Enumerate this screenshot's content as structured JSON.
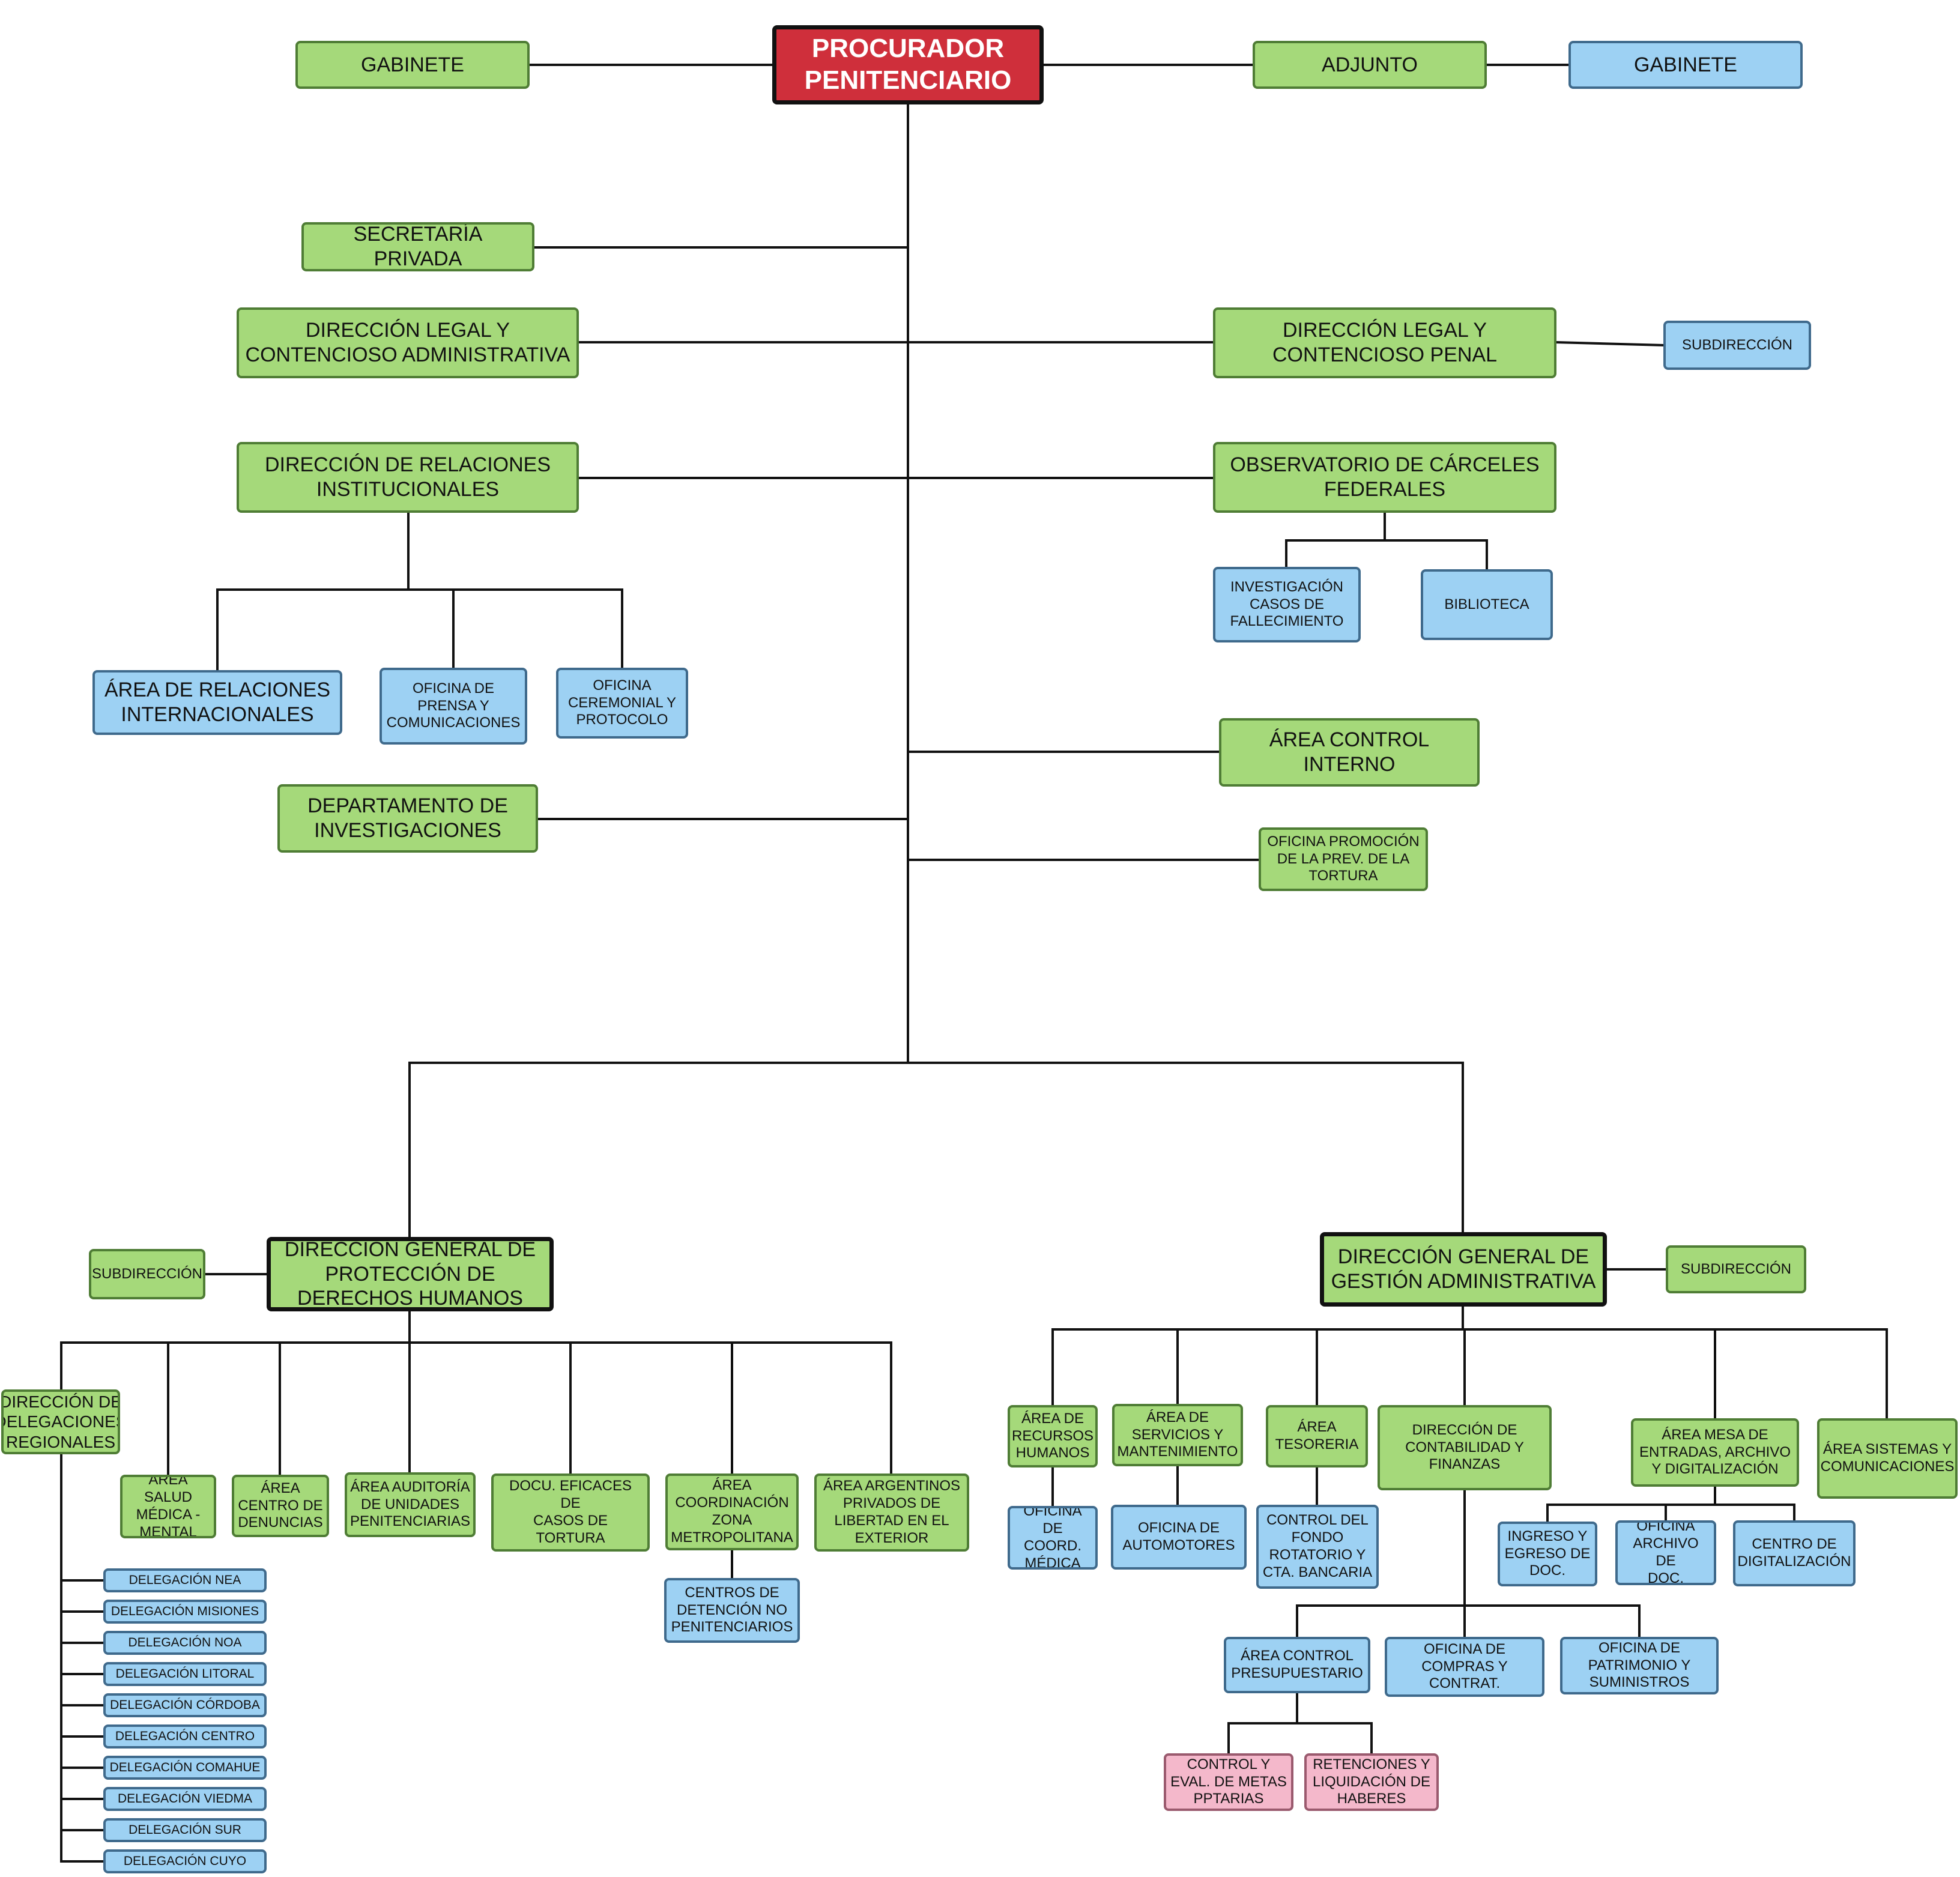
{
  "nodes": {
    "procurador": "PROCURADOR\nPENITENCIARIO",
    "gabinete_left": "GABINETE",
    "adjunto": "ADJUNTO",
    "gabinete_right": "GABINETE",
    "secretaria_privada": "SECRETARÍA PRIVADA",
    "dir_legal_admin": "DIRECCIÓN LEGAL Y\nCONTENCIOSO ADMINISTRATIVA",
    "dir_legal_penal": "DIRECCIÓN LEGAL Y\nCONTENCIOSO PENAL",
    "subdireccion_penal": "SUBDIRECCIÓN",
    "dir_relaciones": "DIRECCIÓN DE RELACIONES\nINSTITUCIONALES",
    "observatorio": "OBSERVATORIO DE CÁRCELES\nFEDERALES",
    "investigacion_fallecimiento": "INVESTIGACIÓN\nCASOS DE\nFALLECIMIENTO",
    "biblioteca": "BIBLIOTECA",
    "area_rel_internacionales": "ÁREA DE RELACIONES\nINTERNACIONALES",
    "oficina_prensa": "OFICINA DE\nPRENSA Y\nCOMUNICACIONES",
    "oficina_ceremonial": "OFICINA\nCEREMONIAL Y\nPROTOCOLO",
    "area_control_interno": "ÁREA CONTROL INTERNO",
    "depto_investigaciones": "DEPARTAMENTO DE\nINVESTIGACIONES",
    "oficina_tortura": "OFICINA PROMOCIÓN\nDE LA PREV. DE LA\nTORTURA",
    "dg_ddhh": "DIRECCIÓN GENERAL DE\nPROTECCIÓN DE\nDERECHOS HUMANOS",
    "subdireccion_ddhh": "SUBDIRECCIÓN",
    "dg_gestion": "DIRECCIÓN GENERAL DE\nGESTIÓN ADMINISTRATIVA",
    "subdireccion_gestion": "SUBDIRECCIÓN",
    "dir_delegaciones": "DIRECCIÓN DE\nDELEGACIONES\nREGIONALES",
    "area_salud": "ÁREA SALUD\nMÉDICA -\nMENTAL",
    "area_denuncias": "ÁREA\nCENTRO DE\nDENUNCIAS",
    "area_auditoria": "ÁREA AUDITORÍA\nDE UNIDADES\nPENITENCIARIAS",
    "area_invest_tortura": "ÁREA INVEST. Y\nDOCU. EFICACES DE\nCASOS DE TORTURA\nY MALOS TRATOS",
    "area_metropolitana": "ÁREA\nCOORDINACIÓN\nZONA\nMETROPOLITANA",
    "area_exterior": "ÁREA ARGENTINOS\nPRIVADOS DE\nLIBERTAD EN EL\nEXTERIOR",
    "centros_detencion": "CENTROS DE\nDETENCIÓN NO\nPENITENCIARIOS",
    "area_rrhh": "ÁREA DE\nRECURSOS\nHUMANOS",
    "area_servicios": "ÁREA DE\nSERVICIOS Y\nMANTENIMIENTO",
    "area_tesoreria": "ÁREA\nTESORERIA",
    "dir_contabilidad": "DIRECCIÓN DE\nCONTABILIDAD Y\nFINANZAS",
    "area_mesa_entradas": "ÁREA MESA DE\nENTRADAS, ARCHIVO\nY DIGITALIZACIÓN",
    "area_sistemas": "ÁREA SISTEMAS Y\nCOMUNICACIONES",
    "oficina_coord_medica": "OFICINA DE\nCOORD.\nMÉDICA",
    "oficina_automotores": "OFICINA DE\nAUTOMOTORES",
    "control_fondo": "CONTROL DEL\nFONDO\nROTATORIO Y\nCTA. BANCARIA",
    "ingreso_egreso": "INGRESO Y\nEGRESO DE\nDOC.",
    "oficina_archivo": "OFICINA\nARCHIVO DE\nDOC.",
    "centro_digitalizacion": "CENTRO DE\nDIGITALIZACIÓN",
    "area_control_presup": "ÁREA CONTROL\nPRESUPUESTARIO",
    "oficina_compras": "OFICINA DE\nCOMPRAS Y\nCONTRAT.",
    "oficina_patrimonio": "OFICINA DE\nPATRIMONIO Y\nSUMINISTROS",
    "control_metas": "CONTROL Y\nEVAL. DE METAS\nPPTARIAS",
    "retenciones": "RETENCIONES Y\nLIQUIDACIÓN DE\nHABERES",
    "delegaciones": [
      "DELEGACIÓN NEA",
      "DELEGACIÓN MISIONES",
      "DELEGACIÓN NOA",
      "DELEGACIÓN LITORAL",
      "DELEGACIÓN CÓRDOBA",
      "DELEGACIÓN CENTRO",
      "DELEGACIÓN COMAHUE",
      "DELEGACIÓN VIEDMA",
      "DELEGACIÓN SUR",
      "DELEGACIÓN CUYO"
    ]
  },
  "colors": {
    "green": "#a5d97a",
    "blue": "#9dd1f3",
    "pink": "#f4b8cb",
    "red": "#cf2f3b",
    "line": "#111111"
  }
}
